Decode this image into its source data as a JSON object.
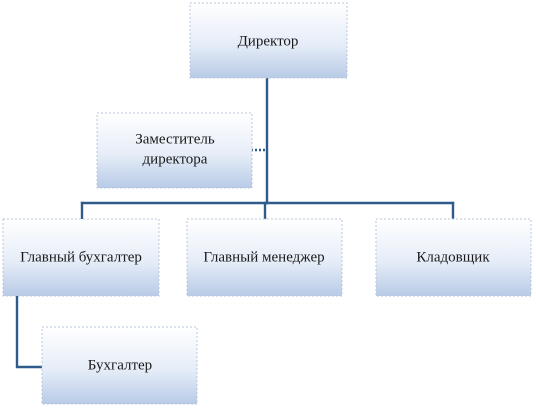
{
  "chart": {
    "director": "Директор",
    "deputy_line1": "Заместитель",
    "deputy_line2": "директора",
    "chief_accountant": "Главный бухгалтер",
    "chief_manager": "Главный менеджер",
    "storekeeper": "Кладовщик",
    "accountant": "Бухгалтер"
  },
  "colors": {
    "box_top": "#ffffff",
    "box_bottom": "#b8cbe6",
    "line": "#2f5b8a"
  }
}
